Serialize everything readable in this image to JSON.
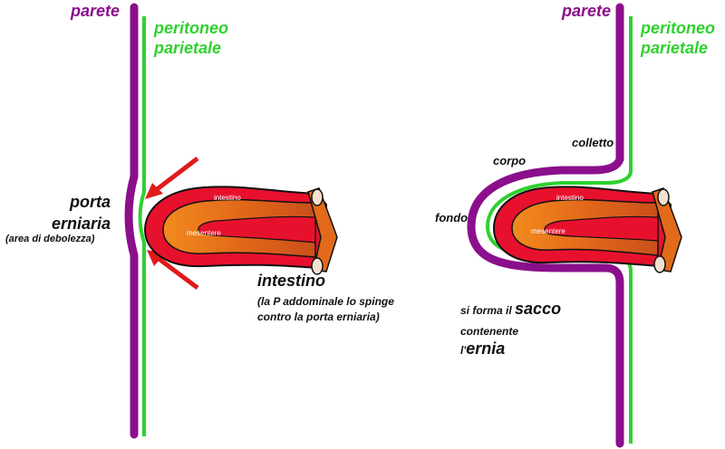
{
  "colors": {
    "parete": "#8b0f8b",
    "peritoneo": "#2fd12f",
    "intestine_wall": "#e8112d",
    "intestine_lumen": "#e8701c",
    "arrow": "#e01a1a"
  },
  "left": {
    "parete_label": "parete",
    "peritoneo_line1": "peritoneo",
    "peritoneo_line2": "parietale",
    "porta_line1": "porta",
    "porta_line2": "erniaria",
    "porta_note": "(area di debolezza)",
    "intestino_title": "intestino",
    "intestino_note_line1": "(la P addominale lo spinge",
    "intestino_note_line2": "contro la porta erniaria)",
    "intestine_inner_label": "intestino",
    "mesentery_inner_label": "mesentere"
  },
  "right": {
    "parete_label": "parete",
    "peritoneo_line1": "peritoneo",
    "peritoneo_line2": "parietale",
    "colletto_label": "colletto",
    "corpo_label": "corpo",
    "fondo_label": "fondo",
    "caption_part1": "si forma il ",
    "caption_sacco": "sacco",
    "caption_part2": "contenente",
    "caption_part3_small": "l'",
    "caption_part3_big": "ernia",
    "intestine_inner_label": "intestino",
    "mesentery_inner_label": "mesentere"
  }
}
